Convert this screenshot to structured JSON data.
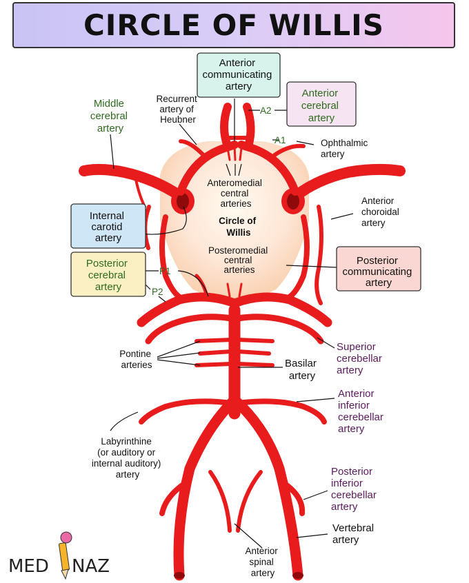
{
  "title": "CIRCLE OF WILLIS",
  "center_label": [
    "Circle of",
    "Willis"
  ],
  "labels": {
    "anterior_communicating": [
      "Anterior",
      "communicating",
      "artery"
    ],
    "anterior_cerebral": [
      "Anterior",
      "cerebral",
      "artery"
    ],
    "a2": "A2",
    "a1": "A1",
    "recurrent": [
      "Recurrent",
      "artery of",
      "Heubner"
    ],
    "middle_cerebral": [
      "Middle",
      "cerebral",
      "artery"
    ],
    "ophthalmic": [
      "Ophthalmic",
      "artery"
    ],
    "anteromedial": [
      "Anteromedial",
      "central",
      "arteries"
    ],
    "internal_carotid": [
      "Internal",
      "carotid",
      "artery"
    ],
    "anterior_choroidal": [
      "Anterior",
      "choroidal",
      "artery"
    ],
    "posteromedial": [
      "Posteromedial",
      "central",
      "arteries"
    ],
    "posterior_cerebral": [
      "Posterior",
      "cerebral",
      "artery"
    ],
    "p1": "P1",
    "p2": "P2",
    "posterior_communicating": [
      "Posterior",
      "communicating",
      "artery"
    ],
    "pontine": [
      "Pontine",
      "arteries"
    ],
    "basilar": [
      "Basilar",
      "artery"
    ],
    "superior_cerebellar": [
      "Superior",
      "cerebellar",
      "artery"
    ],
    "anterior_inferior_cerebellar": [
      "Anterior",
      "inferior",
      "cerebellar",
      "artery"
    ],
    "labyrinthine": [
      "Labyrinthine",
      "(or auditory or",
      "internal auditory)",
      "artery"
    ],
    "posterior_inferior_cerebellar": [
      "Posterior",
      "inferior",
      "cerebellar",
      "artery"
    ],
    "vertebral": [
      "Vertebral",
      "artery"
    ],
    "anterior_spinal": [
      "Anterior",
      "spinal",
      "artery"
    ]
  },
  "logo": {
    "left": "MED",
    "right": "NAZ"
  },
  "colors": {
    "artery": "#e81c1c",
    "box_anterior_communicating": "#d8f3ec",
    "box_anterior_cerebral": "#f7e4f2",
    "box_internal_carotid": "#cfe6f7",
    "box_posterior_cerebral": "#fbf0c4",
    "box_posterior_communicating": "#fad7d2",
    "green_text": "#2f6b1f",
    "purple_text": "#5a1a5c"
  }
}
